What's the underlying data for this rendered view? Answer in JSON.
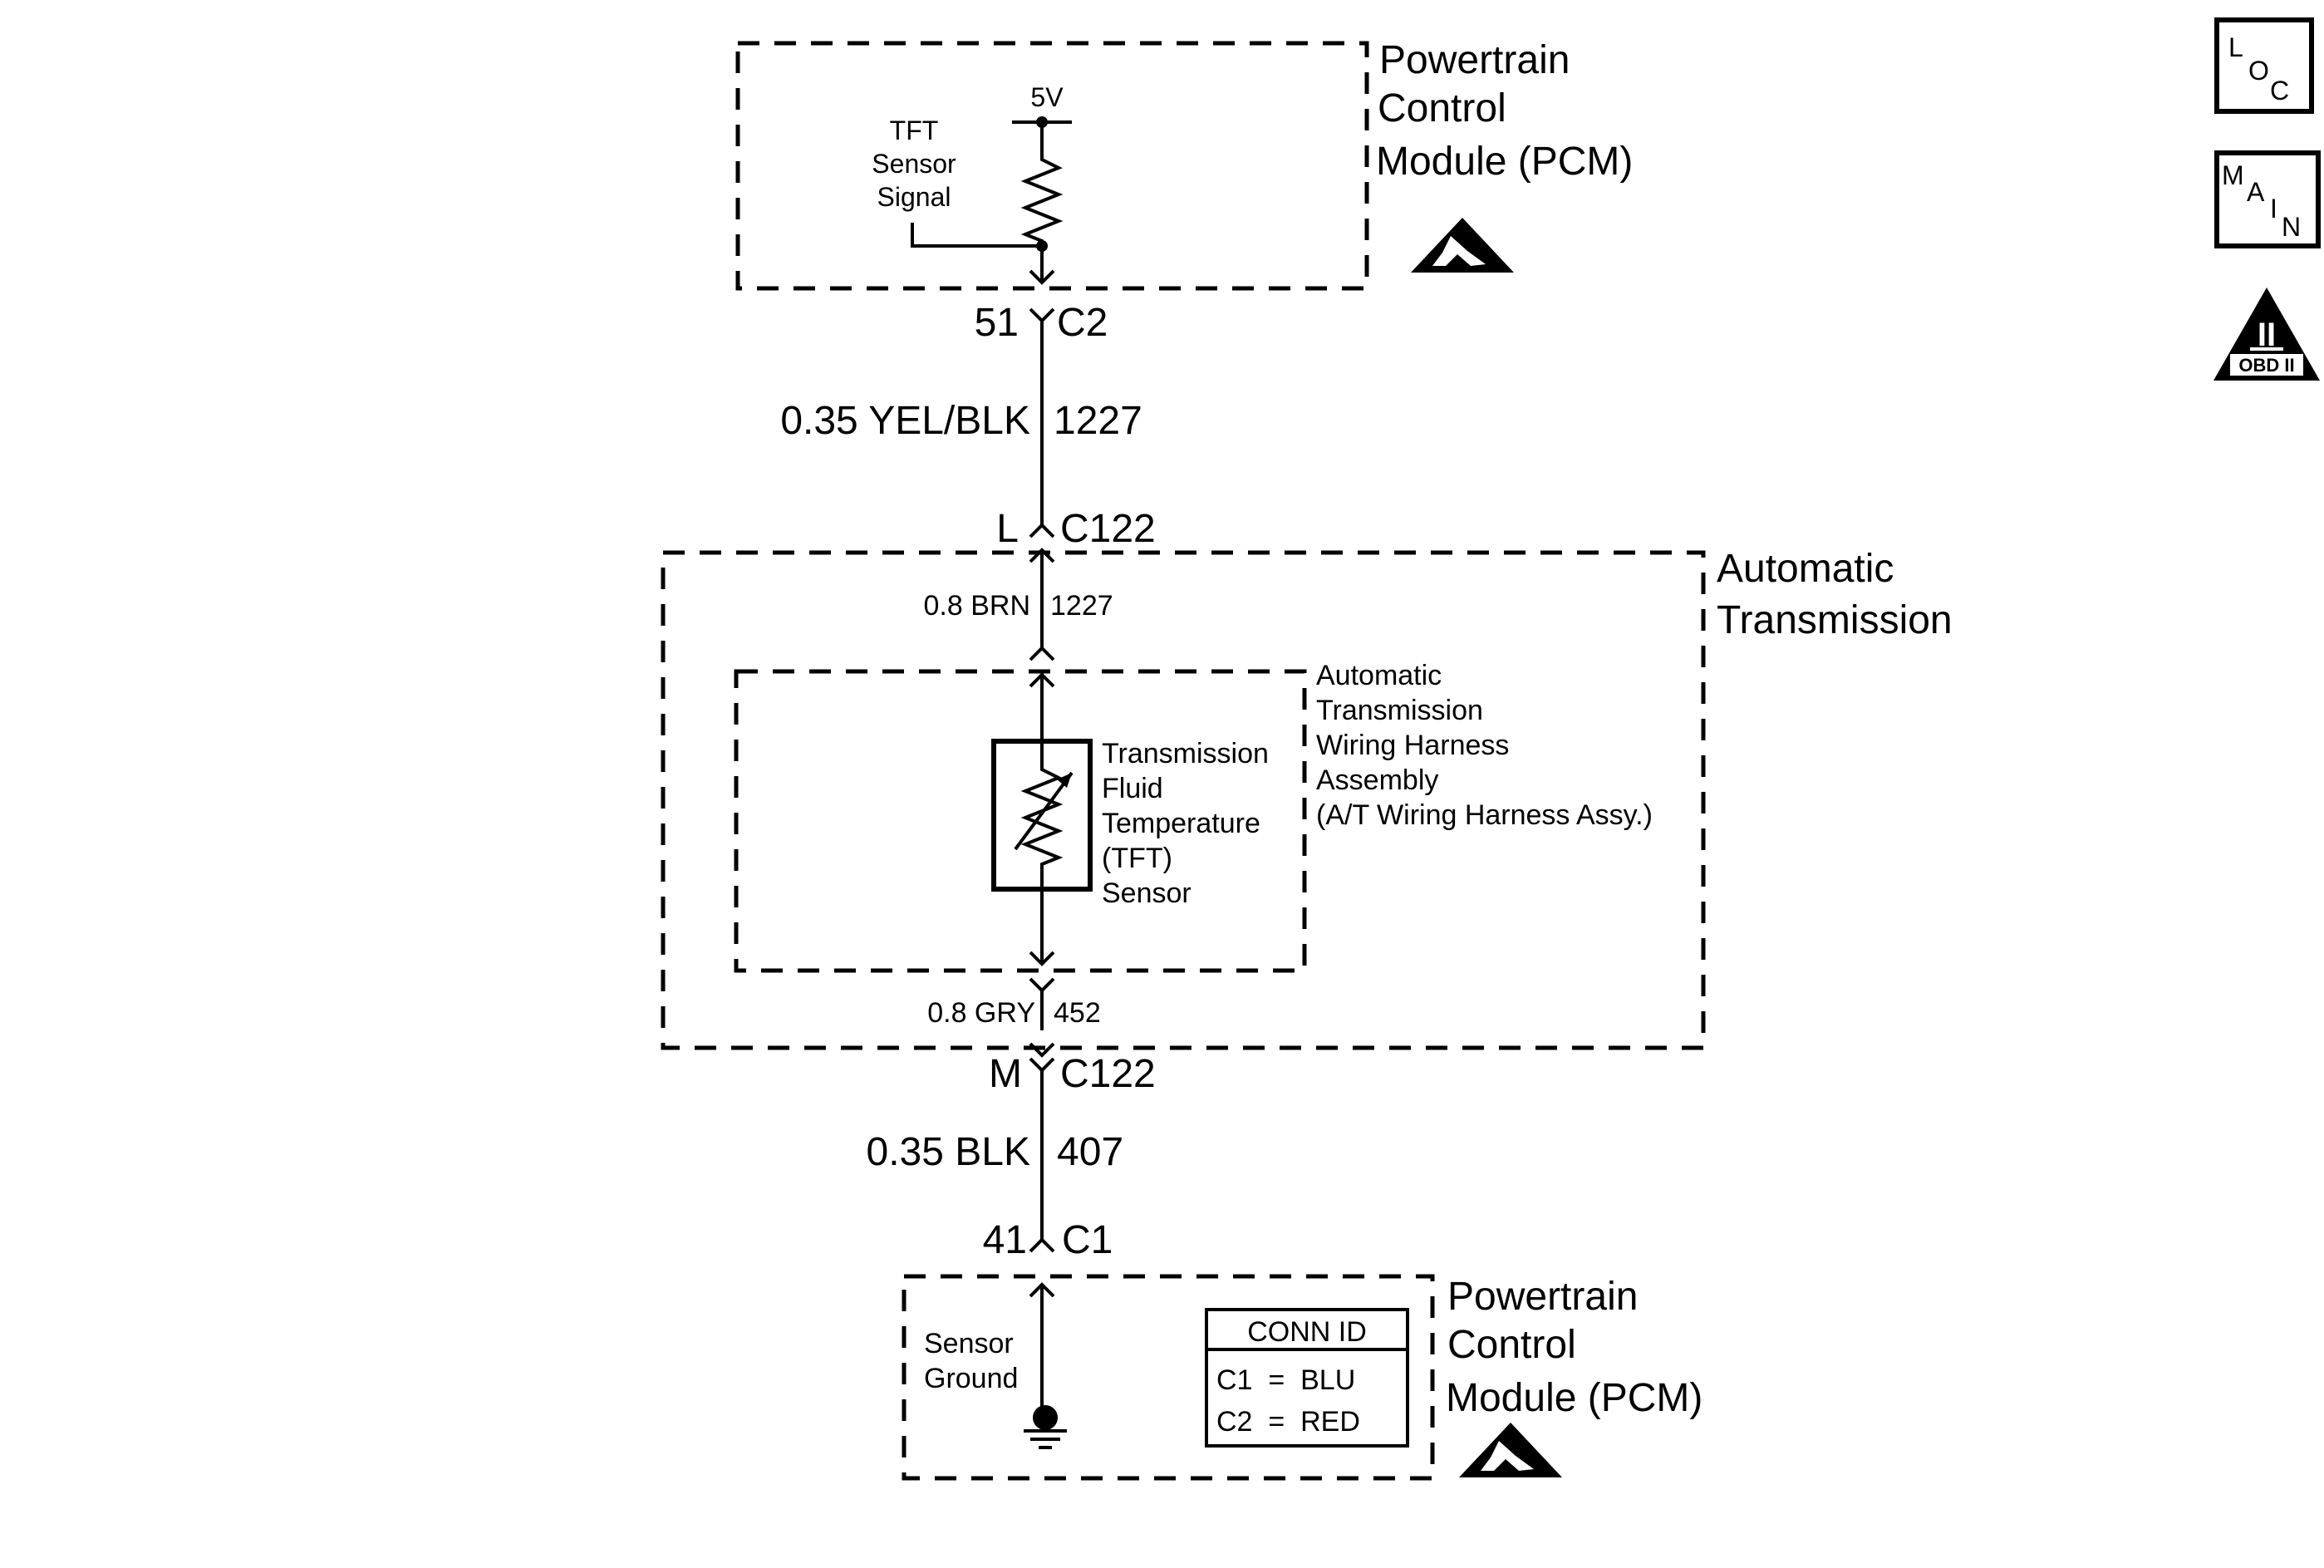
{
  "pcm_top": {
    "title_lines": [
      "Powertrain",
      "Control",
      "Module (PCM)"
    ],
    "supply_label": "5V",
    "signal_label_lines": [
      "TFT",
      "Sensor",
      "Signal"
    ]
  },
  "connector_c2": {
    "pin": "51",
    "name": "C2"
  },
  "wire_1227_upper": {
    "gauge_color": "0.35 YEL/BLK",
    "circuit": "1227"
  },
  "connector_c122_upper": {
    "pin": "L",
    "name": "C122"
  },
  "automatic_transmission": {
    "title_lines": [
      "Automatic",
      "Transmission"
    ],
    "wire_upper": {
      "gauge_color": "0.8 BRN",
      "circuit": "1227"
    },
    "wire_lower": {
      "gauge_color": "0.8 GRY",
      "circuit": "452"
    },
    "harness_label_lines": [
      "Automatic",
      "Transmission",
      "Wiring Harness",
      "Assembly",
      "(A/T Wiring Harness Assy.)"
    ],
    "sensor_label_lines": [
      "Transmission",
      "Fluid",
      "Temperature",
      "(TFT)",
      "Sensor"
    ]
  },
  "connector_c122_lower": {
    "pin": "M",
    "name": "C122"
  },
  "wire_407": {
    "gauge_color": "0.35 BLK",
    "circuit": "407"
  },
  "connector_c1": {
    "pin": "41",
    "name": "C1"
  },
  "pcm_bottom": {
    "title_lines": [
      "Powertrain",
      "Control",
      "Module (PCM)"
    ],
    "ground_label_lines": [
      "Sensor",
      "Ground"
    ],
    "conn_id": {
      "header": "CONN ID",
      "rows": [
        "C1  =  BLU",
        "C2  =  RED"
      ]
    }
  },
  "side_icons": {
    "loc": {
      "letters": [
        "L",
        "O",
        "C"
      ],
      "icon": "location-icon"
    },
    "main": {
      "letters": [
        "M",
        "A",
        "I",
        "N"
      ],
      "icon": "main-icon"
    },
    "obd": {
      "numeral": "II",
      "label": "OBD II",
      "icon": "obd-ii-icon"
    }
  }
}
